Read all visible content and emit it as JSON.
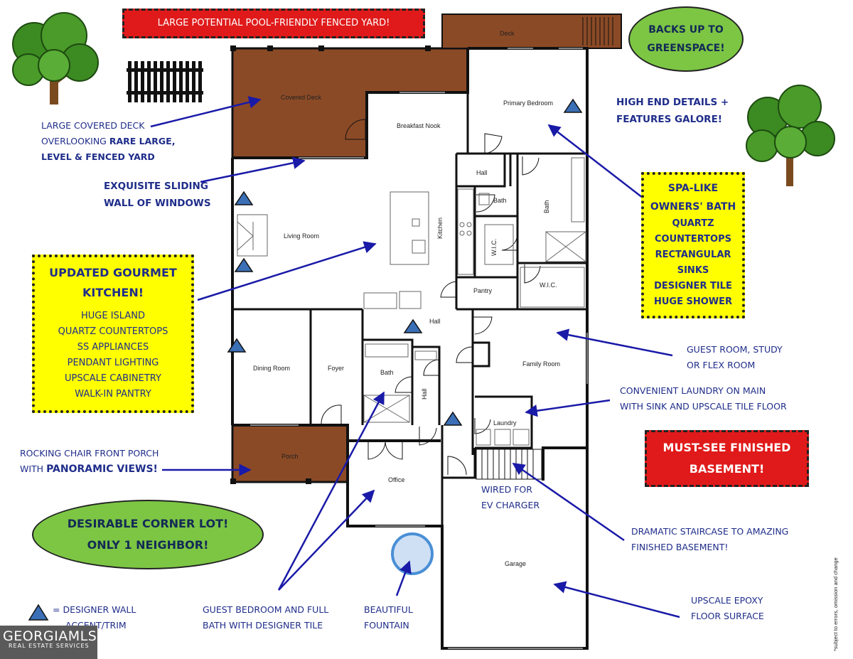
{
  "banners": {
    "pool": "LARGE POTENTIAL POOL-FRIENDLY FENCED YARD!",
    "basement_line1": "MUST-SEE FINISHED",
    "basement_line2": "BASEMENT!"
  },
  "ovals": {
    "greenspace_line1": "BACKS UP TO",
    "greenspace_line2": "GREENSPACE!",
    "corner_line1": "DESIRABLE CORNER LOT!",
    "corner_line2": "ONLY 1 NEIGHBOR!"
  },
  "kitchen_box": {
    "title_line1": "UPDATED GOURMET",
    "title_line2": "KITCHEN!",
    "items": [
      "HUGE ISLAND",
      "QUARTZ COUNTERTOPS",
      "SS APPLIANCES",
      "PENDANT LIGHTING",
      "UPSCALE CABINETRY",
      "WALK-IN PANTRY"
    ]
  },
  "bath_box": {
    "title_line1": "SPA-LIKE",
    "title_line2": "OWNERS' BATH",
    "items": [
      "QUARTZ",
      "COUNTERTOPS",
      "RECTANGULAR",
      "SINKS",
      "DESIGNER TILE",
      "HUGE SHOWER"
    ]
  },
  "callouts": {
    "deck_line1": "LARGE COVERED DECK",
    "deck_line2_a": "OVERLOOKING ",
    "deck_line2_b": "RARE LARGE,",
    "deck_line3": "LEVEL & FENCED YARD",
    "windows_line1": "EXQUISITE SLIDING",
    "windows_line2": "WALL OF WINDOWS",
    "details_line1": "HIGH END DETAILS +",
    "details_line2": "FEATURES GALORE!",
    "guest_room_line1": "GUEST ROOM, STUDY",
    "guest_room_line2": "OR FLEX ROOM",
    "laundry_line1": "CONVENIENT LAUNDRY ON MAIN",
    "laundry_line2": "WITH SINK AND UPSCALE TILE FLOOR",
    "porch_line1": "ROCKING CHAIR FRONT PORCH",
    "porch_line2_a": "WITH ",
    "porch_line2_b": "PANORAMIC VIEWS!",
    "ev_line1": "WIRED FOR",
    "ev_line2": "EV CHARGER",
    "stair_line1": "DRAMATIC STAIRCASE TO AMAZING",
    "stair_line2": "FINISHED BASEMENT!",
    "guest_bed_line1": "GUEST BEDROOM AND FULL",
    "guest_bed_line2": "BATH WITH DESIGNER TILE",
    "fountain_line1": "BEAUTIFUL",
    "fountain_line2": "FOUNTAIN",
    "epoxy_line1": "UPSCALE EPOXY",
    "epoxy_line2": "FLOOR SURFACE",
    "legend_line1": "=  DESIGNER WALL",
    "legend_line2": "ACCENT/TRIM"
  },
  "rooms": {
    "deck": "Deck",
    "covered_deck": "Covered Deck",
    "primary_bedroom": "Primary Bedroom",
    "breakfast_nook": "Breakfast Nook",
    "hall_top": "Hall",
    "bath_top": "Bath",
    "bath_primary": "Bath",
    "living_room": "Living Room",
    "kitchen": "Kitchen",
    "wic_1": "W.I.C.",
    "wic_2": "W.I.C.",
    "pantry": "Pantry",
    "hall_mid": "Hall",
    "dining_room": "Dining Room",
    "foyer": "Foyer",
    "bath_guest": "Bath",
    "hall_vertical": "Hall",
    "family_room": "Family Room",
    "laundry": "Laundry",
    "porch": "Porch",
    "office": "Office",
    "garage": "Garage"
  },
  "logo": {
    "line1": "GEORGIAMLS",
    "line2": "REAL ESTATE SERVICES"
  },
  "disclaimer": "*subject to errors, omission and change",
  "colors": {
    "wall": "#111111",
    "deck_brown": "#8b4a26",
    "callout_blue": "#1f2d8a",
    "arrow_blue": "#1a1aa8",
    "banner_red": "#e01a1a",
    "oval_green": "#7cc644",
    "box_yellow": "#ffff00",
    "triangle_blue": "#3b6fb6"
  }
}
